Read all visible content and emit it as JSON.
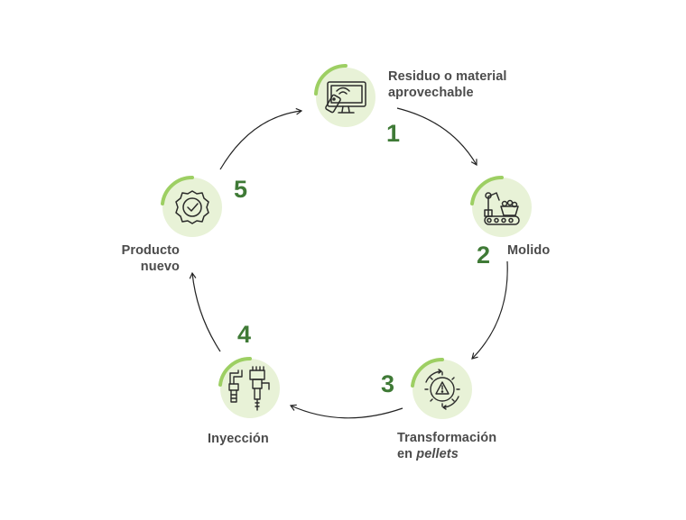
{
  "colors": {
    "circle_fill": "#e8f2d7",
    "arc_accent": "#9dcf63",
    "number": "#3f7a36",
    "label": "#4b4b4b",
    "arrow": "#222222",
    "icon_stroke": "#2b2b2b"
  },
  "steps": [
    {
      "number": "1",
      "icon": "monitor-remote-icon",
      "label_line1": "Residuo o material",
      "label_line2": "aprovechable"
    },
    {
      "number": "2",
      "icon": "conveyor-robot-arm-icon",
      "label_line1": "Molido"
    },
    {
      "number": "3",
      "icon": "gear-cycle-warning-icon",
      "label_line1": "Transformación",
      "label_line2_prefix": "en ",
      "label_line2_italic": "pellets"
    },
    {
      "number": "4",
      "icon": "injection-nozzle-icon",
      "label_line1": "Inyección"
    },
    {
      "number": "5",
      "icon": "quality-badge-check-icon",
      "label_line1": "Producto",
      "label_line2": "nuevo"
    }
  ]
}
